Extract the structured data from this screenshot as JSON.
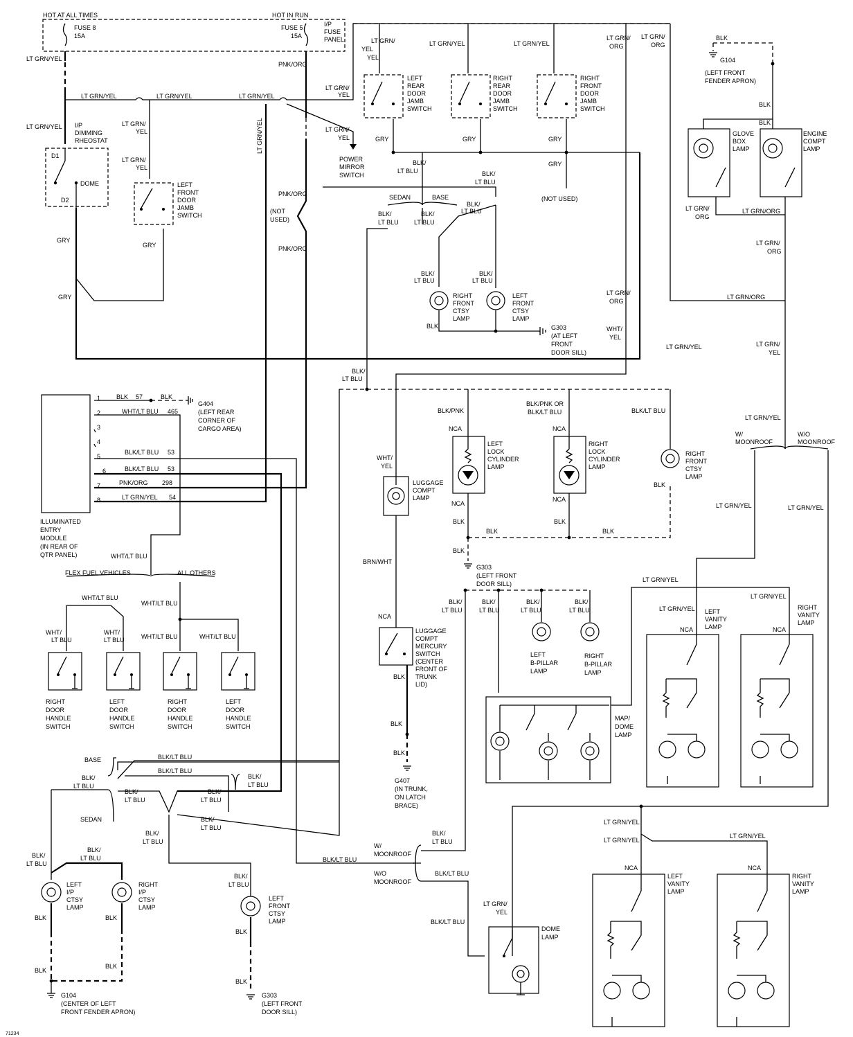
{
  "fuse_panel": {
    "hot_at_all_times": "HOT AT ALL TIMES",
    "hot_in_run": "HOT IN RUN",
    "fuse8": "FUSE 8",
    "fuse8_amp": "15A",
    "fuse5": "FUSE 5",
    "fuse5_amp": "15A",
    "panel_l1": "I/P",
    "panel_l2": "FUSE",
    "panel_l3": "PANEL"
  },
  "wires": {
    "lt_grn_yel": "LT GRN/YEL",
    "lt_grn": "LT GRN/",
    "yel": "YEL",
    "org": "ORG",
    "pnk_org": "PNK/ORG",
    "gry": "GRY",
    "blk": "BLK",
    "blk_lt_blu": "BLK/LT BLU",
    "blk_": "BLK/",
    "lt_blu": "LT BLU",
    "wht_": "WHT/",
    "wht_lt_blu": "WHT/LT BLU",
    "brn_wht": "BRN/WHT",
    "lt_grn_org": "LT GRN/ORG",
    "blk_pnk": "BLK/PNK",
    "blk_pnk_or": "BLK/PNK OR",
    "lt_grn_yel_lower": "LT GRN/YEL"
  },
  "components": {
    "dimming_l1": "I/P",
    "dimming_l2": "DIMMING",
    "dimming_l3": "RHEOSTAT",
    "d1": "D1",
    "d2": "D2",
    "dome": "DOME",
    "left_front_door_jamb": [
      "LEFT",
      "FRONT",
      "DOOR",
      "JAMB",
      "SWITCH"
    ],
    "left_rear_door_jamb": [
      "LEFT",
      "REAR",
      "DOOR",
      "JAMB",
      "SWITCH"
    ],
    "right_rear_door_jamb": [
      "RIGHT",
      "REAR",
      "DOOR",
      "JAMB",
      "SWITCH"
    ],
    "right_front_door_jamb": [
      "RIGHT",
      "FRONT",
      "DOOR",
      "JAMB",
      "SWITCH"
    ],
    "power_mirror": [
      "POWER",
      "MIRROR",
      "SWITCH"
    ],
    "not_used_a": [
      "(NOT",
      "USED)"
    ],
    "not_used_b": "(NOT USED)",
    "sedan": "SEDAN",
    "base": "BASE",
    "right_front_ctsy": [
      "RIGHT",
      "FRONT",
      "CTSY",
      "LAMP"
    ],
    "left_front_ctsy": [
      "LEFT",
      "FRONT",
      "CTSY",
      "LAMP"
    ],
    "g303_left_sill": [
      "G303",
      "(AT LEFT",
      "FRONT",
      "DOOR SILL)"
    ],
    "g104_top": [
      "G104",
      "(LEFT FRONT",
      "FENDER APRON)"
    ],
    "glove_box": [
      "GLOVE",
      "BOX",
      "LAMP"
    ],
    "engine_compt": [
      "ENGINE",
      "COMPT",
      "LAMP"
    ],
    "iem_pins": [
      "1",
      "2",
      "3",
      "4",
      "5",
      "6",
      "7",
      "8"
    ],
    "iem_circuits": [
      "57",
      "465",
      "53",
      "53",
      "298",
      "54"
    ],
    "iem_label": [
      "ILLUMINATED",
      "ENTRY",
      "MODULE",
      "(IN REAR OF",
      "QTR PANEL)"
    ],
    "g404": [
      "G404",
      "(LEFT REAR",
      "CORNER OF",
      "CARGO AREA)"
    ],
    "flex_fuel": "FLEX FUEL VEHICLES",
    "all_others": "ALL OTHERS",
    "right_door_handle": [
      "RIGHT",
      "DOOR",
      "HANDLE",
      "SWITCH"
    ],
    "left_door_handle": [
      "LEFT",
      "DOOR",
      "HANDLE",
      "SWITCH"
    ],
    "luggage_lamp": [
      "LUGGAGE",
      "COMPT",
      "LAMP"
    ],
    "luggage_switch": [
      "LUGGAGE",
      "COMPT",
      "MERCURY",
      "SWITCH",
      "(CENTER",
      "FRONT OF",
      "TRUNK",
      "LID)"
    ],
    "nca": "NCA",
    "g407": [
      "G407",
      "(IN TRUNK,",
      "ON LATCH",
      "BRACE)"
    ],
    "left_lock_cyl": [
      "LEFT",
      "LOCK",
      "CYLINDER",
      "LAMP"
    ],
    "right_lock_cyl": [
      "RIGHT",
      "LOCK",
      "CYLINDER",
      "LAMP"
    ],
    "right_front_ctsy2": [
      "RIGHT",
      "FRONT",
      "CTSY",
      "LAMP"
    ],
    "g303_mid": [
      "G303",
      "(LEFT FRONT",
      "DOOR SILL)"
    ],
    "w_moonroof": [
      "W/",
      "MOONROOF"
    ],
    "wo_moonroof": [
      "W/O",
      "MOONROOF"
    ],
    "left_b_pillar": [
      "LEFT",
      "B-PILLAR",
      "LAMP"
    ],
    "right_b_pillar": [
      "RIGHT",
      "B-PILLAR",
      "LAMP"
    ],
    "map_dome": [
      "MAP/",
      "DOME",
      "LAMP"
    ],
    "left_vanity": [
      "LEFT",
      "VANITY",
      "LAMP"
    ],
    "right_vanity": [
      "RIGHT",
      "VANITY",
      "LAMP"
    ],
    "left_ip_ctsy": [
      "LEFT",
      "I/P",
      "CTSY",
      "LAMP"
    ],
    "right_ip_ctsy": [
      "RIGHT",
      "I/P",
      "CTSY",
      "LAMP"
    ],
    "g104_bottom": [
      "G104",
      "(CENTER OF LEFT",
      "FRONT FENDER APRON)"
    ],
    "left_front_ctsy_low": [
      "LEFT",
      "FRONT",
      "CTSY",
      "LAMP"
    ],
    "g303_bottom": [
      "G303",
      "(LEFT FRONT",
      "DOOR SILL)"
    ],
    "dome_lamp": [
      "DOME",
      "LAMP"
    ],
    "fig_number": "71234"
  }
}
